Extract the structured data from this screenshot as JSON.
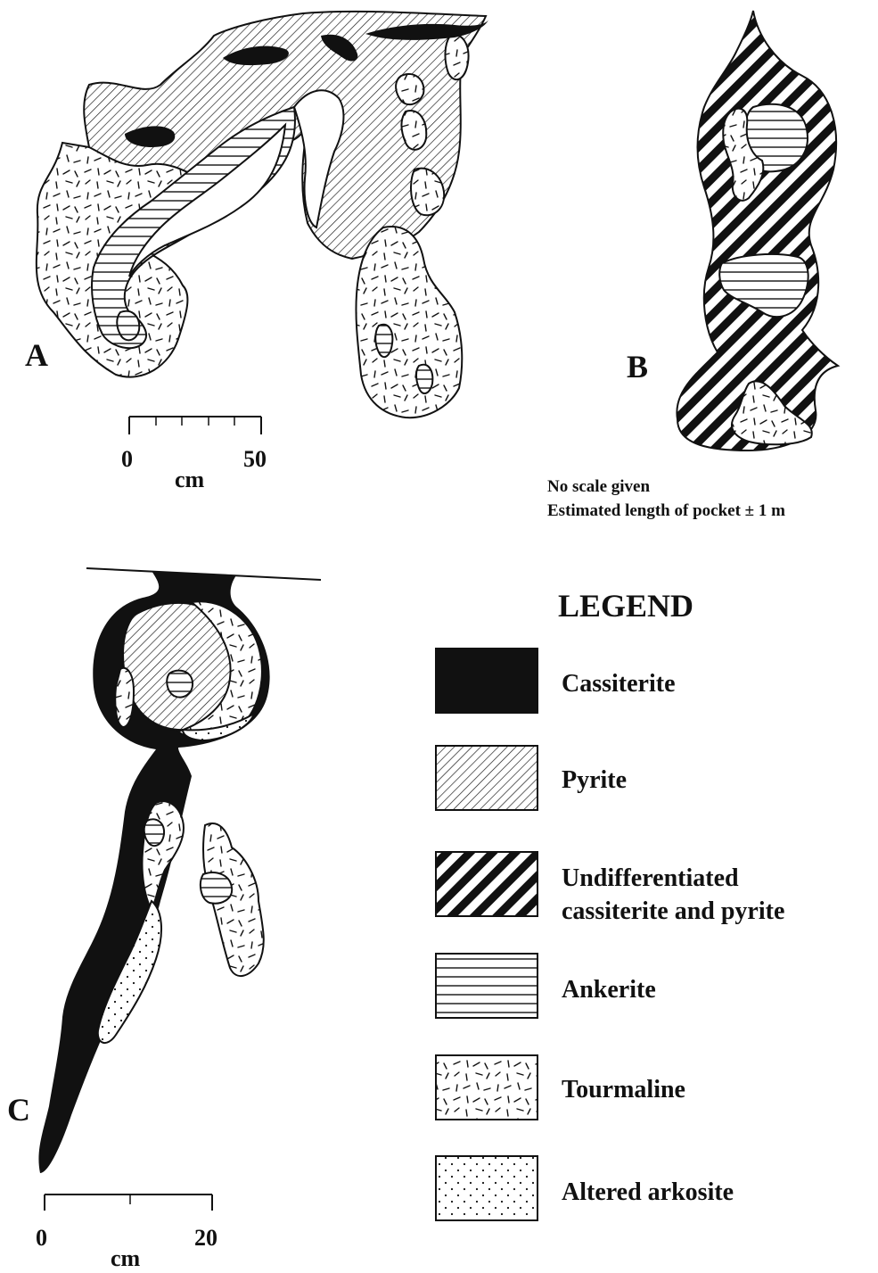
{
  "panels": {
    "a": {
      "label": "A",
      "scale": {
        "start": "0",
        "end": "50",
        "unit": "cm"
      }
    },
    "b": {
      "label": "B",
      "note_line1": "No scale given",
      "note_line2": "Estimated length of pocket ± 1 m"
    },
    "c": {
      "label": "C",
      "scale": {
        "start": "0",
        "end": "20",
        "unit": "cm"
      }
    }
  },
  "legend": {
    "title": "LEGEND",
    "items": [
      {
        "label": "Cassiterite",
        "pattern": "solid-black"
      },
      {
        "label": "Pyrite",
        "pattern": "fine-diagonal-hatch"
      },
      {
        "label_line1": "Undifferentiated",
        "label_line2": "cassiterite and pyrite",
        "pattern": "bold-diagonal-hatch"
      },
      {
        "label": "Ankerite",
        "pattern": "horizontal-lines"
      },
      {
        "label": "Tourmaline",
        "pattern": "random-dashes"
      },
      {
        "label": "Altered arkosite",
        "pattern": "dots"
      }
    ]
  }
}
